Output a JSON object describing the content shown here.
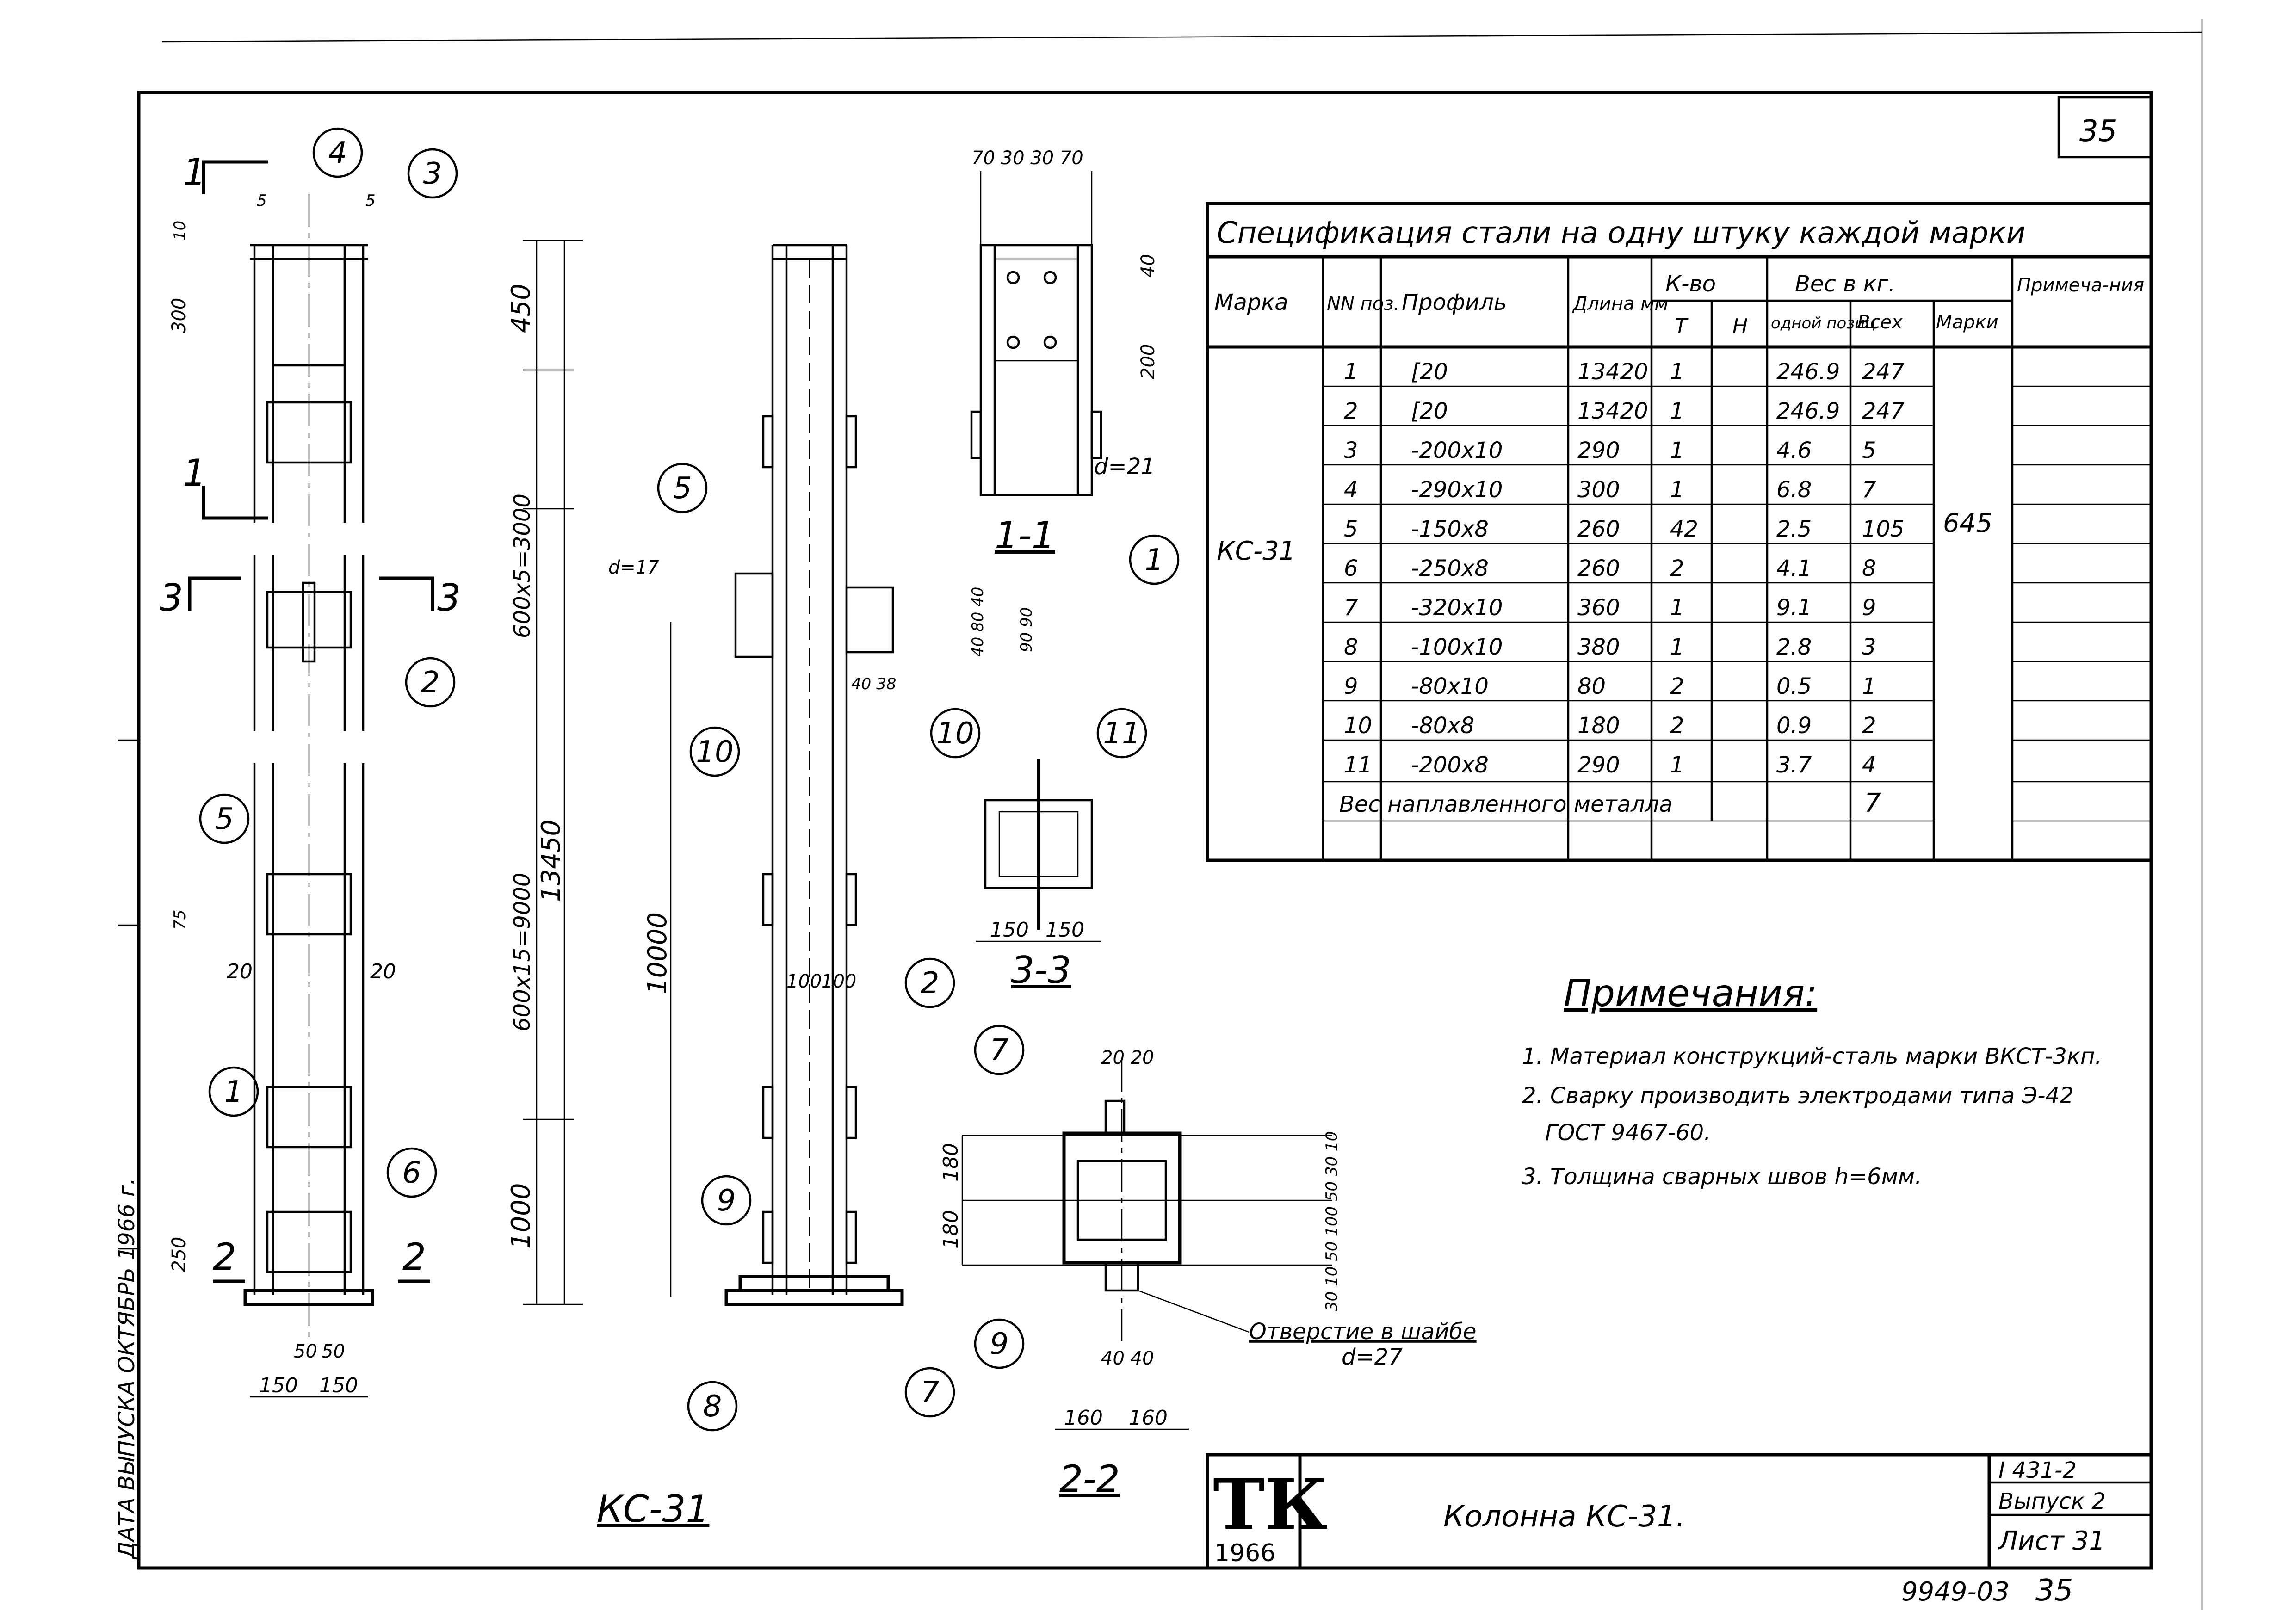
{
  "sheet": {
    "sheet_number_top": "35",
    "footer_code": "9949-03",
    "footer_page": "35",
    "side_note": "ДАТА ВЫПУСКА ОКТЯБРЬ 1966 г."
  },
  "title_block": {
    "logo": "ТК",
    "year": "1966",
    "title": "Колонна КС-31.",
    "series": "I 431-2",
    "issue": "Выпуск 2",
    "sheet": "Лист 31"
  },
  "spec": {
    "title": "Спецификация стали на одну штуку каждой марки",
    "headers": {
      "mark": "Марка",
      "pos": "NN поз.",
      "profile": "Профиль",
      "length": "Длина мм",
      "qty": "К-во",
      "qty_t": "Т",
      "qty_n": "Н",
      "weight": "Вес в кг.",
      "w_one": "одной позиц.",
      "w_all": "Всех",
      "w_mark": "Марки",
      "note": "Примеча-ния"
    },
    "mark_value": "КС-31",
    "mark_weight": "645",
    "rows": [
      {
        "pos": "1",
        "profile": "[20",
        "length": "13420",
        "qty": "1",
        "one": "246.9",
        "all": "247"
      },
      {
        "pos": "2",
        "profile": "[20",
        "length": "13420",
        "qty": "1",
        "one": "246.9",
        "all": "247"
      },
      {
        "pos": "3",
        "profile": "-200x10",
        "length": "290",
        "qty": "1",
        "one": "4.6",
        "all": "5"
      },
      {
        "pos": "4",
        "profile": "-290x10",
        "length": "300",
        "qty": "1",
        "one": "6.8",
        "all": "7"
      },
      {
        "pos": "5",
        "profile": "-150x8",
        "length": "260",
        "qty": "42",
        "one": "2.5",
        "all": "105"
      },
      {
        "pos": "6",
        "profile": "-250x8",
        "length": "260",
        "qty": "2",
        "one": "4.1",
        "all": "8"
      },
      {
        "pos": "7",
        "profile": "-320x10",
        "length": "360",
        "qty": "1",
        "one": "9.1",
        "all": "9"
      },
      {
        "pos": "8",
        "profile": "-100x10",
        "length": "380",
        "qty": "1",
        "one": "2.8",
        "all": "3"
      },
      {
        "pos": "9",
        "profile": "-80x10",
        "length": "80",
        "qty": "2",
        "one": "0.5",
        "all": "1"
      },
      {
        "pos": "10",
        "profile": "-80x8",
        "length": "180",
        "qty": "2",
        "one": "0.9",
        "all": "2"
      },
      {
        "pos": "11",
        "profile": "-200x8",
        "length": "290",
        "qty": "1",
        "one": "3.7",
        "all": "4"
      }
    ],
    "weld_label": "Вес наплавленного металла",
    "weld_value": "7"
  },
  "notes": {
    "title": "Примечания:",
    "items": [
      "1. Материал конструкций-сталь марки ВКСТ-3кп.",
      "2. Сварку производить электродами типа Э-42",
      "ГОСТ 9467-60.",
      "3. Толщина сварных швов h=6мм."
    ]
  },
  "drawings": {
    "elevation_label": "КС-31",
    "section_11": "1-1",
    "section_22": "2-2",
    "section_33": "3-3",
    "cut_1": "1",
    "cut_2": "2",
    "cut_3": "3",
    "dims": {
      "d450": "450",
      "d3000": "600x5=3000",
      "d9000": "600x15=9000",
      "d13450": "13450",
      "d1000": "1000",
      "d10000": "10000",
      "d150a": "150",
      "d150b": "150",
      "d50a": "50",
      "d50b": "50",
      "d20a": "20",
      "d20b": "20",
      "d300": "300",
      "d250": "250",
      "d10": "10",
      "d5a": "5",
      "d5b": "5",
      "d75": "75",
      "d100a": "100",
      "d100b": "100",
      "top_dims": "70 30 30 70",
      "d40": "40",
      "d200": "200",
      "d21": "d=21",
      "d17": "d=17",
      "d180a": "180",
      "d180b": "180",
      "d160a": "160",
      "d160b": "160",
      "d4040": "40  40",
      "d2020": "20  20",
      "d3838": "40 38",
      "d4080": "40 80 40",
      "d9090": "90 90",
      "d33": "150",
      "d33b": "150",
      "right_chain": "30 10 50 100 50 30 10",
      "hole": "Отверстие в шайбе",
      "hole_d": "d=27"
    },
    "callouts": [
      "1",
      "2",
      "3",
      "4",
      "5",
      "6",
      "7",
      "8",
      "9",
      "10",
      "11"
    ]
  }
}
